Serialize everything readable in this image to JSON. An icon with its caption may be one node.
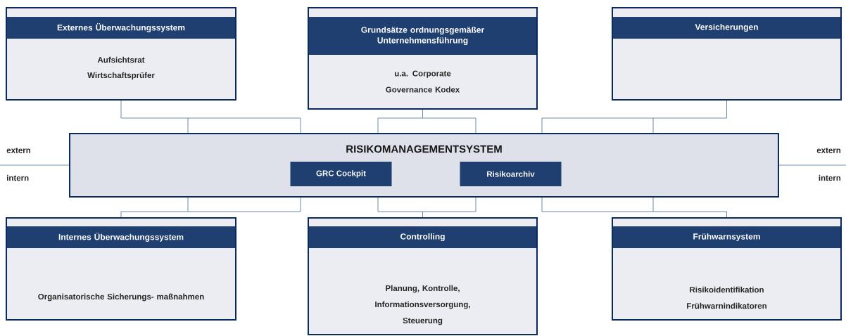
{
  "diagram": {
    "nodes": [
      {
        "text": [
          "Externes Überwachungssystem",
          "Aufsichtsrat",
          "Wirtschaftsprüfer"
        ]
      },
      {
        "text": [
          "Grundsätze ordnungsgemäßer Unternehmensführung",
          "u.a. Corporate Governance Kodex"
        ]
      },
      {
        "text": [
          "Versicherungen"
        ]
      },
      {
        "text": [
          "RISIKOMANAGEMENTSYSTEM"
        ]
      },
      {
        "text": [
          "GRC Cockpit"
        ],
        "in": 3
      },
      {
        "text": [
          "Risikoarchiv"
        ],
        "in": 3
      },
      {
        "text": [
          "Internes Überwachungssystem",
          "Organisatorische Sicherungs- maßnahmen"
        ]
      },
      {
        "text": [
          "Controlling",
          "Planung, Kontrolle, Informationsversorgung, Steuerung"
        ]
      },
      {
        "text": [
          "Frühwarnsystem",
          "Risikoidentifikation",
          "Frühwarnindikatoren"
        ]
      }
    ],
    "edges": [
      {
        "from": 0,
        "to": 3,
        "arrow": "none"
      },
      {
        "from": 1,
        "to": 3,
        "arrow": "none"
      },
      {
        "from": 2,
        "to": 3,
        "arrow": "none"
      },
      {
        "from": 3,
        "to": 6,
        "arrow": "none"
      },
      {
        "from": 3,
        "to": 7,
        "arrow": "none"
      },
      {
        "from": 3,
        "to": 8,
        "arrow": "none"
      }
    ],
    "labels": [
      "extern",
      "intern",
      "extern",
      "intern"
    ]
  }
}
